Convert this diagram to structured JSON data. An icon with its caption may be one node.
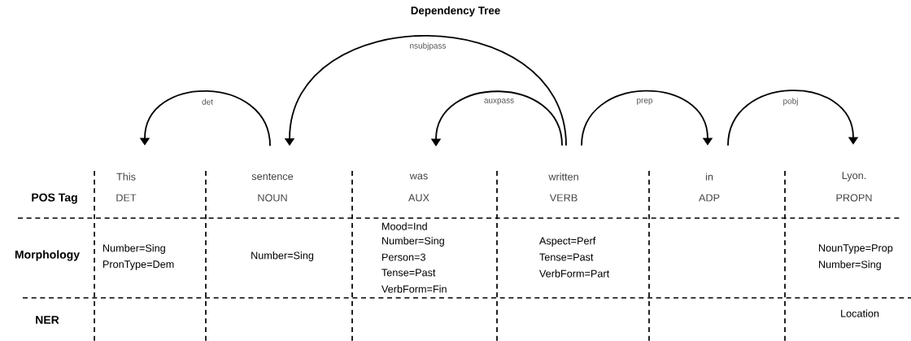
{
  "diagram": {
    "title": "Dependency Tree",
    "nodes": [
      {
        "text": [
          "This"
        ]
      },
      {
        "text": [
          "sentence"
        ]
      },
      {
        "text": [
          "was"
        ]
      },
      {
        "text": [
          "written"
        ]
      },
      {
        "text": [
          "in"
        ]
      },
      {
        "text": [
          "Lyon."
        ]
      }
    ],
    "edges": [
      {
        "from": 1,
        "to": 0,
        "arrow": "to",
        "label": "det"
      },
      {
        "from": 3,
        "to": 1,
        "arrow": "to",
        "label": "nsubjpass"
      },
      {
        "from": 3,
        "to": 2,
        "arrow": "to",
        "label": "auxpass"
      },
      {
        "from": 3,
        "to": 4,
        "arrow": "to",
        "label": "prep"
      },
      {
        "from": 4,
        "to": 5,
        "arrow": "to",
        "label": "pobj"
      }
    ],
    "labels": [
      "POS Tag",
      "DET",
      "NOUN",
      "AUX",
      "VERB",
      "ADP",
      "PROPN",
      "Morphology",
      "Number=Sing",
      "PronType=Dem",
      "Number=Sing",
      "Mood=Ind",
      "Number=Sing",
      "Person=3",
      "Tense=Past",
      "VerbForm=Fin",
      "Aspect=Perf",
      "Tense=Past",
      "VerbForm=Part",
      "NounType=Prop",
      "Number=Sing",
      "NER",
      "Location"
    ]
  }
}
